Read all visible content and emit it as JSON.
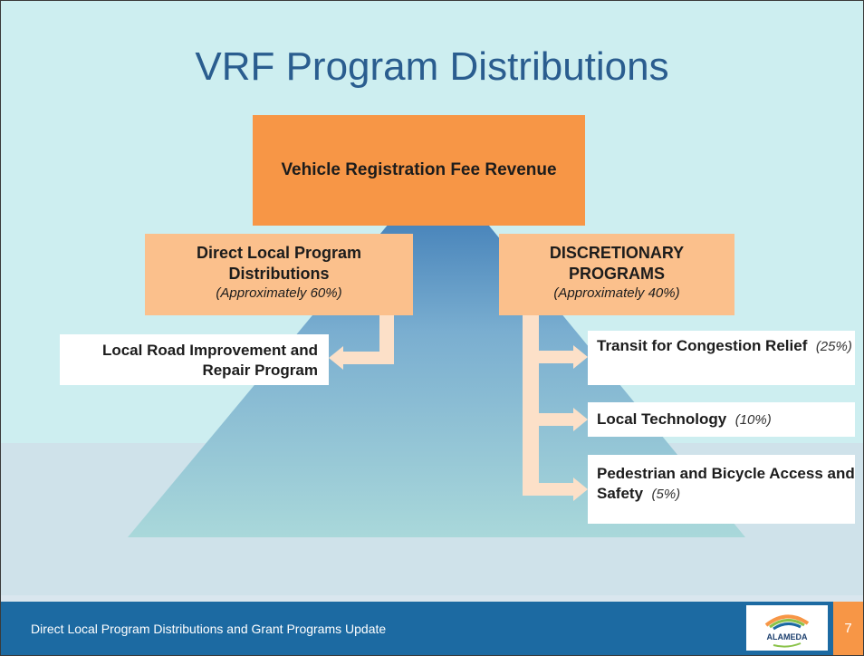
{
  "title": "VRF Program Distributions",
  "top_box": "Vehicle Registration Fee Revenue",
  "direct": {
    "title": "Direct Local Program Distributions",
    "share": "(Approximately 60%)"
  },
  "discretionary": {
    "title": "DISCRETIONARY PROGRAMS",
    "share": "(Approximately 40%)"
  },
  "local_road": "Local Road Improvement and Repair Program",
  "programs": [
    {
      "name": "Transit for Congestion Relief",
      "pct": "(25%)"
    },
    {
      "name": "Local Technology",
      "pct": "(10%)"
    },
    {
      "name": "Pedestrian and Bicycle Access and Safety",
      "pct": "(5%)"
    }
  ],
  "footer": {
    "text": "Direct Local Program Distributions and Grant Programs Update",
    "logo_text": "ALAMEDA",
    "page": "7"
  },
  "colors": {
    "orange": "#f79646",
    "peach": "#fbc08c",
    "footer_blue": "#1c6aa2",
    "title_blue": "#2a5d8f"
  }
}
